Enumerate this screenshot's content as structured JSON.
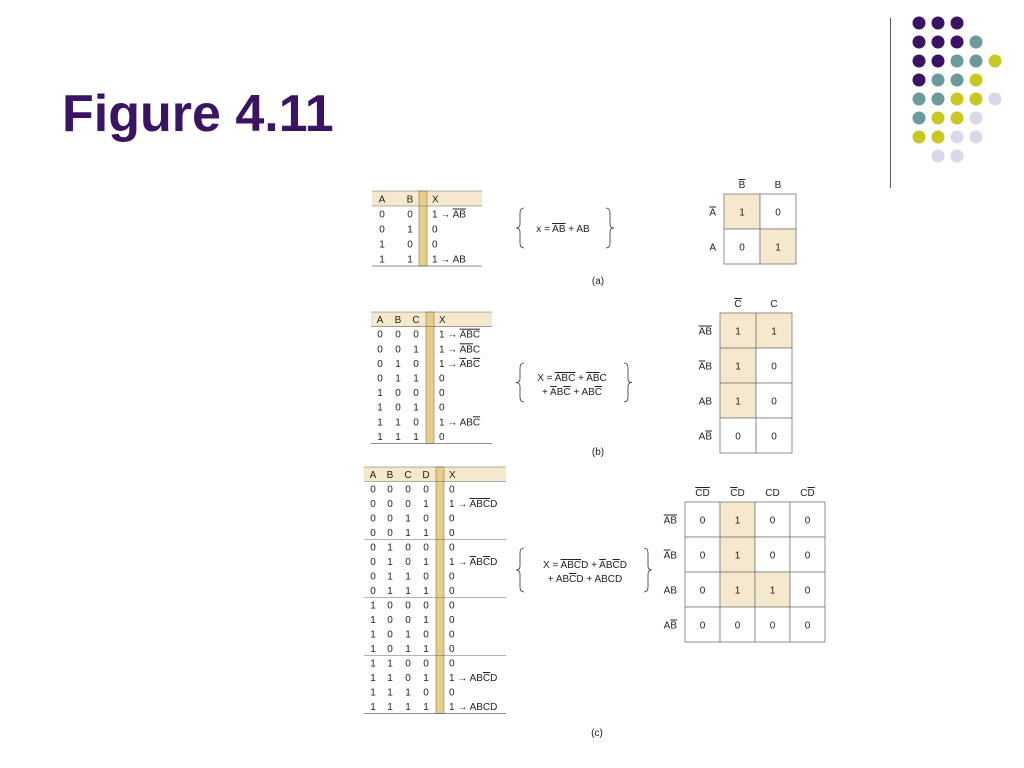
{
  "slide": {
    "title": "Figure 4.11"
  },
  "colors": {
    "title": "#3a1363",
    "dot_purple": "#3a1363",
    "dot_teal": "#6a9a9a",
    "dot_yellow": "#c8c820",
    "dot_lavender": "#d8d8ea",
    "highlight": "#f6e8cc",
    "column_bar": "#e6cd88"
  },
  "decoration": {
    "dot_grid": [
      [
        "purple",
        "purple",
        "purple"
      ],
      [
        "purple",
        "purple",
        "purple",
        "teal"
      ],
      [
        "purple",
        "purple",
        "teal",
        "teal",
        "yellow"
      ],
      [
        "purple",
        "teal",
        "teal",
        "yellow"
      ],
      [
        "teal",
        "teal",
        "yellow",
        "yellow",
        "lavender"
      ],
      [
        "teal",
        "yellow",
        "yellow",
        "lavender"
      ],
      [
        "yellow",
        "yellow",
        "lavender",
        "lavender"
      ],
      [
        "lavender",
        "lavender"
      ]
    ]
  },
  "figure": {
    "a": {
      "caption": "(a)",
      "headers": [
        "A",
        "B"
      ],
      "out_header": "X",
      "rows": [
        [
          "0",
          "0"
        ],
        [
          "0",
          "1"
        ],
        [
          "1",
          "0"
        ],
        [
          "1",
          "1"
        ]
      ],
      "outputs": [
        [
          {
            "t": "1 → "
          },
          {
            "t": "A",
            "ov": true
          },
          {
            "t": "B",
            "ov": true
          }
        ],
        [
          {
            "t": "0"
          }
        ],
        [
          {
            "t": "0"
          }
        ],
        [
          {
            "t": "1 → AB"
          }
        ]
      ],
      "expression": [
        [
          {
            "t": "x = "
          },
          {
            "t": "A",
            "ov": true
          },
          {
            "t": "B",
            "ov": true
          },
          {
            "t": " + AB"
          }
        ]
      ],
      "kmap": {
        "col_labels": [
          [
            {
              "t": "B",
              "ov": true
            }
          ],
          [
            {
              "t": "B"
            }
          ]
        ],
        "row_labels": [
          [
            {
              "t": "A",
              "ov": true
            }
          ],
          [
            {
              "t": "A"
            }
          ]
        ],
        "cells": [
          [
            "1",
            "0"
          ],
          [
            "0",
            "1"
          ]
        ],
        "highlight": [
          [
            true,
            false
          ],
          [
            false,
            true
          ]
        ]
      }
    },
    "b": {
      "caption": "(b)",
      "headers": [
        "A",
        "B",
        "C"
      ],
      "out_header": "X",
      "rows": [
        [
          "0",
          "0",
          "0"
        ],
        [
          "0",
          "0",
          "1"
        ],
        [
          "0",
          "1",
          "0"
        ],
        [
          "0",
          "1",
          "1"
        ],
        [
          "1",
          "0",
          "0"
        ],
        [
          "1",
          "0",
          "1"
        ],
        [
          "1",
          "1",
          "0"
        ],
        [
          "1",
          "1",
          "1"
        ]
      ],
      "outputs": [
        [
          {
            "t": "1 → "
          },
          {
            "t": "A",
            "ov": true
          },
          {
            "t": "B",
            "ov": true
          },
          {
            "t": "C",
            "ov": true
          }
        ],
        [
          {
            "t": "1 → "
          },
          {
            "t": "A",
            "ov": true
          },
          {
            "t": "B",
            "ov": true
          },
          {
            "t": "C"
          }
        ],
        [
          {
            "t": "1 → "
          },
          {
            "t": "A",
            "ov": true
          },
          {
            "t": "B"
          },
          {
            "t": "C",
            "ov": true
          }
        ],
        [
          {
            "t": "0"
          }
        ],
        [
          {
            "t": "0"
          }
        ],
        [
          {
            "t": "0"
          }
        ],
        [
          {
            "t": "1 → AB"
          },
          {
            "t": "C",
            "ov": true
          }
        ],
        [
          {
            "t": "0"
          }
        ]
      ],
      "expression": [
        [
          {
            "t": "X = "
          },
          {
            "t": "A",
            "ov": true
          },
          {
            "t": "B",
            "ov": true
          },
          {
            "t": "C",
            "ov": true
          },
          {
            "t": " + "
          },
          {
            "t": "A",
            "ov": true
          },
          {
            "t": "B",
            "ov": true
          },
          {
            "t": "C"
          }
        ],
        [
          {
            "t": "+ "
          },
          {
            "t": "A",
            "ov": true
          },
          {
            "t": "B"
          },
          {
            "t": "C",
            "ov": true
          },
          {
            "t": " + AB"
          },
          {
            "t": "C",
            "ov": true
          }
        ]
      ],
      "kmap": {
        "col_labels": [
          [
            {
              "t": "C",
              "ov": true
            }
          ],
          [
            {
              "t": "C"
            }
          ]
        ],
        "row_labels": [
          [
            {
              "t": "A",
              "ov": true
            },
            {
              "t": "B",
              "ov": true
            }
          ],
          [
            {
              "t": "A",
              "ov": true
            },
            {
              "t": "B"
            }
          ],
          [
            {
              "t": "AB"
            }
          ],
          [
            {
              "t": "A"
            },
            {
              "t": "B",
              "ov": true
            }
          ]
        ],
        "cells": [
          [
            "1",
            "1"
          ],
          [
            "1",
            "0"
          ],
          [
            "1",
            "0"
          ],
          [
            "0",
            "0"
          ]
        ],
        "highlight": [
          [
            true,
            true
          ],
          [
            true,
            false
          ],
          [
            true,
            false
          ],
          [
            false,
            false
          ]
        ]
      }
    },
    "c": {
      "caption": "(c)",
      "headers": [
        "A",
        "B",
        "C",
        "D"
      ],
      "out_header": "X",
      "rows": [
        [
          "0",
          "0",
          "0",
          "0"
        ],
        [
          "0",
          "0",
          "0",
          "1"
        ],
        [
          "0",
          "0",
          "1",
          "0"
        ],
        [
          "0",
          "0",
          "1",
          "1"
        ],
        [
          "0",
          "1",
          "0",
          "0"
        ],
        [
          "0",
          "1",
          "0",
          "1"
        ],
        [
          "0",
          "1",
          "1",
          "0"
        ],
        [
          "0",
          "1",
          "1",
          "1"
        ],
        [
          "1",
          "0",
          "0",
          "0"
        ],
        [
          "1",
          "0",
          "0",
          "1"
        ],
        [
          "1",
          "0",
          "1",
          "0"
        ],
        [
          "1",
          "0",
          "1",
          "1"
        ],
        [
          "1",
          "1",
          "0",
          "0"
        ],
        [
          "1",
          "1",
          "0",
          "1"
        ],
        [
          "1",
          "1",
          "1",
          "0"
        ],
        [
          "1",
          "1",
          "1",
          "1"
        ]
      ],
      "outputs": [
        [
          {
            "t": "0"
          }
        ],
        [
          {
            "t": "1 → "
          },
          {
            "t": "A",
            "ov": true
          },
          {
            "t": "B",
            "ov": true
          },
          {
            "t": "C",
            "ov": true
          },
          {
            "t": "D"
          }
        ],
        [
          {
            "t": "0"
          }
        ],
        [
          {
            "t": "0"
          }
        ],
        [
          {
            "t": "0"
          }
        ],
        [
          {
            "t": "1 → "
          },
          {
            "t": "A",
            "ov": true
          },
          {
            "t": "B"
          },
          {
            "t": "C",
            "ov": true
          },
          {
            "t": "D"
          }
        ],
        [
          {
            "t": "0"
          }
        ],
        [
          {
            "t": "0"
          }
        ],
        [
          {
            "t": "0"
          }
        ],
        [
          {
            "t": "0"
          }
        ],
        [
          {
            "t": "0"
          }
        ],
        [
          {
            "t": "0"
          }
        ],
        [
          {
            "t": "0"
          }
        ],
        [
          {
            "t": "1 → AB"
          },
          {
            "t": "C",
            "ov": true
          },
          {
            "t": "D"
          }
        ],
        [
          {
            "t": "0"
          }
        ],
        [
          {
            "t": "1 → ABCD"
          }
        ]
      ],
      "expression": [
        [
          {
            "t": "X = "
          },
          {
            "t": "A",
            "ov": true
          },
          {
            "t": "B",
            "ov": true
          },
          {
            "t": "C",
            "ov": true
          },
          {
            "t": "D + "
          },
          {
            "t": "A",
            "ov": true
          },
          {
            "t": "B"
          },
          {
            "t": "C",
            "ov": true
          },
          {
            "t": "D"
          }
        ],
        [
          {
            "t": "+ AB"
          },
          {
            "t": "C",
            "ov": true
          },
          {
            "t": "D + ABCD"
          }
        ]
      ],
      "kmap": {
        "col_labels": [
          [
            {
              "t": "C",
              "ov": true
            },
            {
              "t": "D",
              "ov": true
            }
          ],
          [
            {
              "t": "C",
              "ov": true
            },
            {
              "t": "D"
            }
          ],
          [
            {
              "t": "CD"
            }
          ],
          [
            {
              "t": "C"
            },
            {
              "t": "D",
              "ov": true
            }
          ]
        ],
        "row_labels": [
          [
            {
              "t": "A",
              "ov": true
            },
            {
              "t": "B",
              "ov": true
            }
          ],
          [
            {
              "t": "A",
              "ov": true
            },
            {
              "t": "B"
            }
          ],
          [
            {
              "t": "AB"
            }
          ],
          [
            {
              "t": "A"
            },
            {
              "t": "B",
              "ov": true
            }
          ]
        ],
        "cells": [
          [
            "0",
            "1",
            "0",
            "0"
          ],
          [
            "0",
            "1",
            "0",
            "0"
          ],
          [
            "0",
            "1",
            "1",
            "0"
          ],
          [
            "0",
            "0",
            "0",
            "0"
          ]
        ],
        "highlight": [
          [
            false,
            true,
            false,
            false
          ],
          [
            false,
            true,
            false,
            false
          ],
          [
            false,
            true,
            true,
            false
          ],
          [
            false,
            false,
            false,
            false
          ]
        ]
      }
    }
  }
}
